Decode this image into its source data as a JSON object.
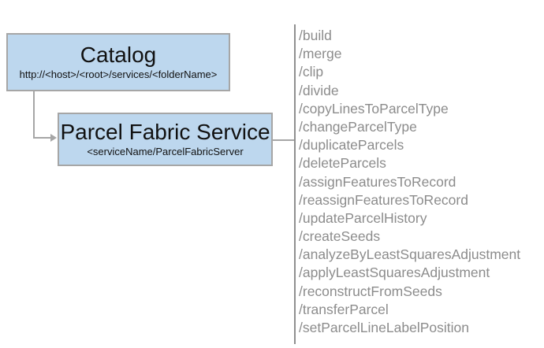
{
  "diagram": {
    "catalog": {
      "title": "Catalog",
      "url_pattern": "http://<host>/<root>/services/<folderName>"
    },
    "service": {
      "title": "Parcel Fabric Service",
      "subtitle": "<serviceName/ParcelFabricServer"
    }
  },
  "endpoints": [
    "/build",
    "/merge",
    "/clip",
    "/divide",
    "/copyLinesToParcelType",
    "/changeParcelType",
    "/duplicateParcels",
    "/deleteParcels",
    "/assignFeaturesToRecord",
    "/reassignFeaturesToRecord",
    "/updateParcelHistory",
    "/createSeeds",
    "/analyzeByLeastSquaresAdjustment",
    "/applyLeastSquaresAdjustment",
    "/reconstructFromSeeds",
    "/transferParcel",
    "/setParcelLineLabelPosition"
  ],
  "colors": {
    "box_fill": "#bdd7ee",
    "box_border": "#a6a6a6",
    "connector": "#a6a6a6",
    "divider": "#8f8f8f",
    "endpoint_text": "#8c8c8c",
    "title_text": "#111111"
  }
}
